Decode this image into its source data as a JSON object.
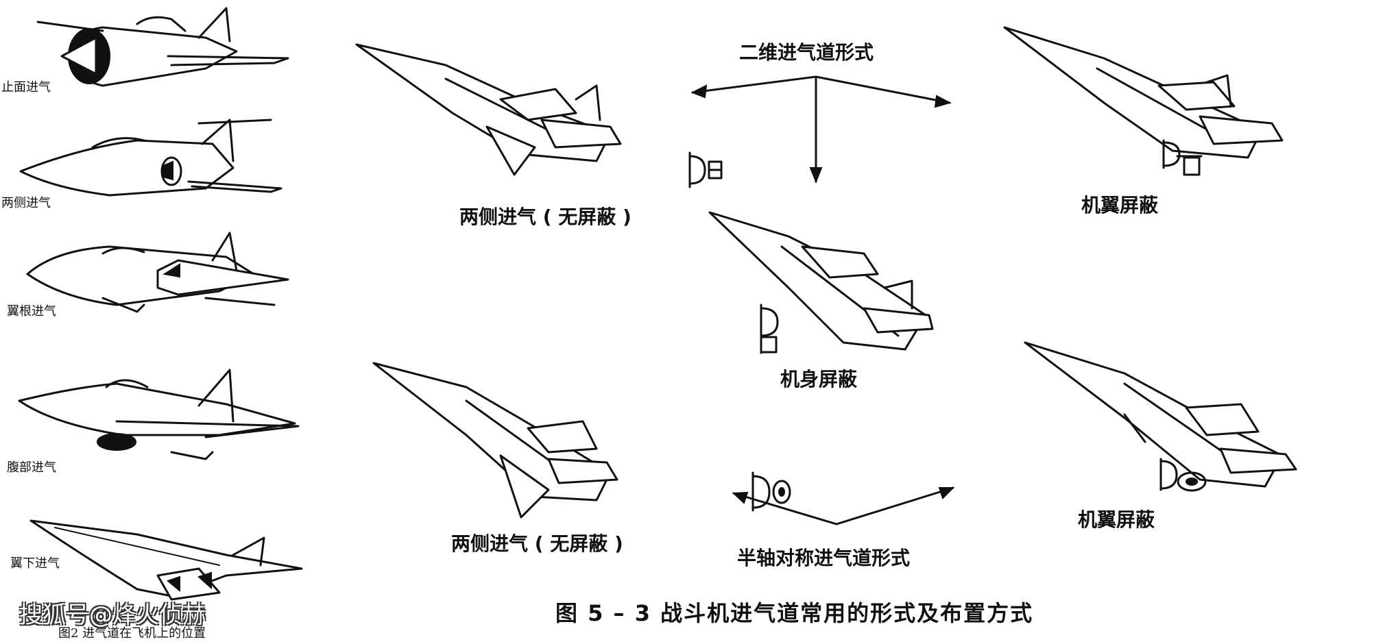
{
  "left_panel": {
    "labels": [
      "止面进气",
      "两侧进气",
      "翼根进气",
      "腹部进气",
      "翼下进气"
    ],
    "caption": "图2  进气道在飞机上的位置"
  },
  "right_panel": {
    "top_center_label": "二维进气道形式",
    "bottom_center_label": "半轴对称进气道形式",
    "aircraft_labels": {
      "top_left": "两侧进气 ( 无屏蔽 )",
      "top_right": "机翼屏蔽",
      "center": "机身屏蔽",
      "bottom_left": "两侧进气 ( 无屏蔽 )",
      "bottom_right": "机翼屏蔽"
    },
    "caption": "图 5 – 3   战斗机进气道常用的形式及布置方式"
  },
  "watermark": "搜狐号@烽火侦赫"
}
